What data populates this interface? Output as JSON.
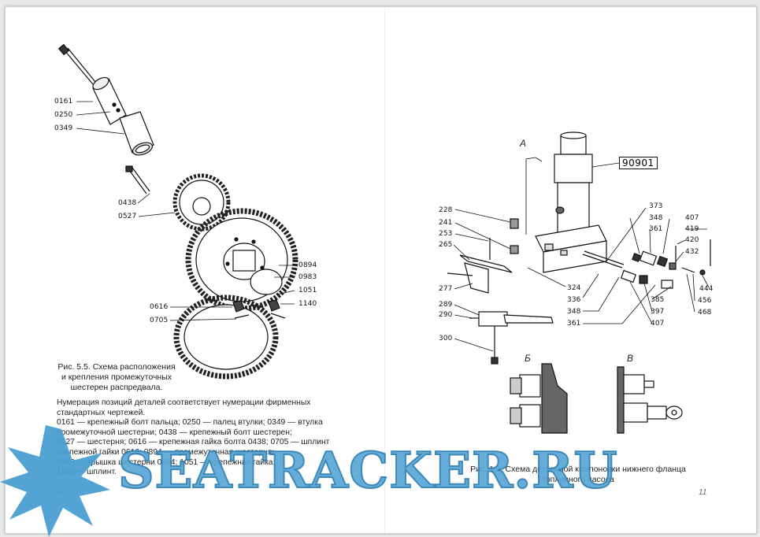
{
  "left_page": {
    "figure_labels": [
      "0161",
      "0250",
      "0349",
      "0438",
      "0527",
      "0894",
      "0983",
      "1051",
      "1140",
      "0616",
      "0705"
    ],
    "caption_lines": [
      "Рис. 5.5. Схема расположения",
      "и крепления промежуточных",
      "шестерен распредвала."
    ],
    "text_lines": [
      "Нумерация позиций деталей соответствует нумерации фирменных",
      "стандартных чертежей.",
      "0161 — крепежный болт пальца; 0250 — палец втулки; 0349 — втулка",
      "промежуточной шестерни; 0438 — крепежный болт шестерен;",
      "0527 — шестерня; 0616 — крепежная гайка болта 0438; 0705 — шплинт",
      "крепежной гайки 0616; 0894 — промежуточная шестерня;",
      "0983 — крышка шестерни 0894; 1051 — крепежная гайка;",
      "1140 — шплинт."
    ],
    "page_number": "102"
  },
  "right_page": {
    "view_a": "А",
    "view_b": "Б",
    "view_v": "В",
    "boxed_label": "90901",
    "figure_labels": [
      "228",
      "241",
      "253",
      "265",
      "277",
      "289",
      "290",
      "300",
      "324",
      "336",
      "348",
      "361",
      "373",
      "348",
      "361",
      "407",
      "419",
      "420",
      "432",
      "444",
      "456",
      "468",
      "385",
      "397",
      "407"
    ],
    "caption_lines": [
      "Рис. 1.4. Схема детальной компоновки нижнего фланца",
      "топливного насоса"
    ],
    "page_number": "11"
  },
  "watermark": {
    "text": "SEATRACKER.RU",
    "color": "#5aa8d6",
    "icon": "starburst-logo-icon"
  }
}
